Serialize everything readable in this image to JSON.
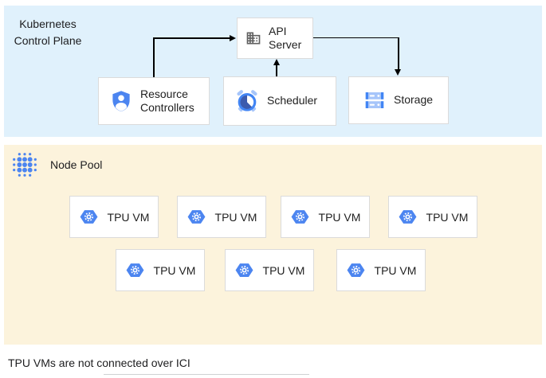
{
  "control_plane": {
    "label_line1": "Kubernetes",
    "label_line2": "Control Plane",
    "bg": "#E0F1FC",
    "boxes": {
      "api_server": {
        "label": "API Server",
        "icon": "building-icon"
      },
      "resource_controllers": {
        "label": "Resource Controllers",
        "icon": "shield-user-icon"
      },
      "scheduler": {
        "label": "Scheduler",
        "icon": "alarm-clock-icon"
      },
      "storage": {
        "label": "Storage",
        "icon": "storage-disks-icon"
      }
    },
    "edges": [
      {
        "from": "resource_controllers",
        "to": "api_server"
      },
      {
        "from": "scheduler",
        "to": "api_server"
      },
      {
        "from": "api_server",
        "to": "storage"
      }
    ]
  },
  "node_pool": {
    "label": "Node Pool",
    "icon": "dot-cluster-icon",
    "bg": "#FCF3DC",
    "vms": [
      {
        "label": "TPU VM"
      },
      {
        "label": "TPU VM"
      },
      {
        "label": "TPU VM"
      },
      {
        "label": "TPU VM"
      },
      {
        "label": "TPU VM"
      },
      {
        "label": "TPU VM"
      },
      {
        "label": "TPU VM"
      }
    ]
  },
  "caption": "TPU VMs are not connected over ICI",
  "colors": {
    "icon_blue": "#4C85F0",
    "icon_blue_light": "#A6C5FA",
    "icon_blue_dark": "#3C5BAE",
    "icon_gray": "#616161",
    "box_border": "#DBDBDB",
    "arrow": "#000000",
    "text": "#212121"
  }
}
